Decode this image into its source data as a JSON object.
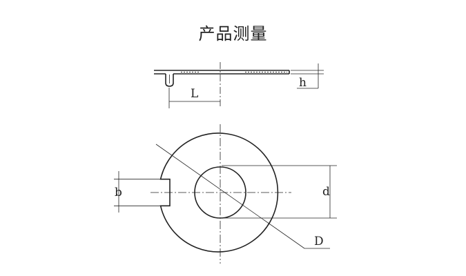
{
  "title": "产品测量",
  "labels": {
    "L": "L",
    "h": "h",
    "b": "b",
    "d": "d",
    "D": "D"
  },
  "colors": {
    "line": "#222222",
    "background": "#ffffff"
  }
}
